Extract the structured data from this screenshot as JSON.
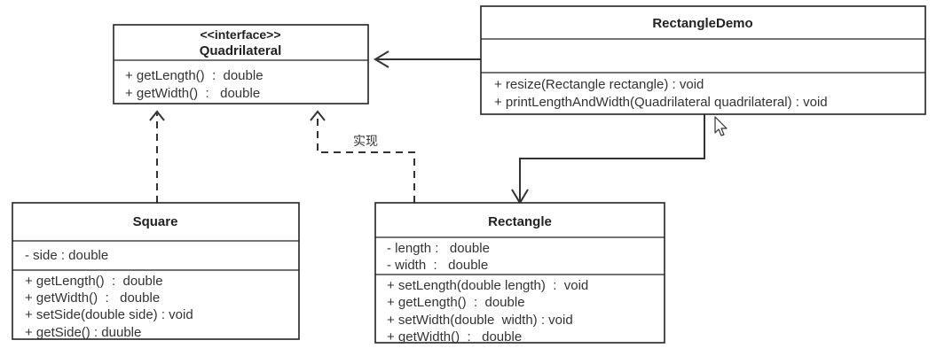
{
  "diagram": {
    "quadrilateral": {
      "stereotype": "<<interface>>",
      "name": "Quadrilateral",
      "methods": [
        "+ getLength()  :  double",
        "+ getWidth()  :   double"
      ]
    },
    "rectangle_demo": {
      "name": "RectangleDemo",
      "methods": [
        "+ resize(Rectangle rectangle) : void",
        "+ printLengthAndWidth(Quadrilateral quadrilateral) : void"
      ]
    },
    "square": {
      "name": "Square",
      "attributes": [
        "- side : double"
      ],
      "methods": [
        "+ getLength()  :  double",
        "+ getWidth()  :   double",
        "+ setSide(double side) : void",
        "+ getSide() : duuble"
      ]
    },
    "rectangle": {
      "name": "Rectangle",
      "attributes": [
        "- length :   double",
        "- width  :   double"
      ],
      "methods": [
        "+ setLength(double length)  :  void",
        "+ getLength()  :  double",
        "+ setWidth(double  width) : void",
        "+ getWidth()  :   double"
      ]
    },
    "relations": {
      "realization_label": "实现"
    }
  }
}
